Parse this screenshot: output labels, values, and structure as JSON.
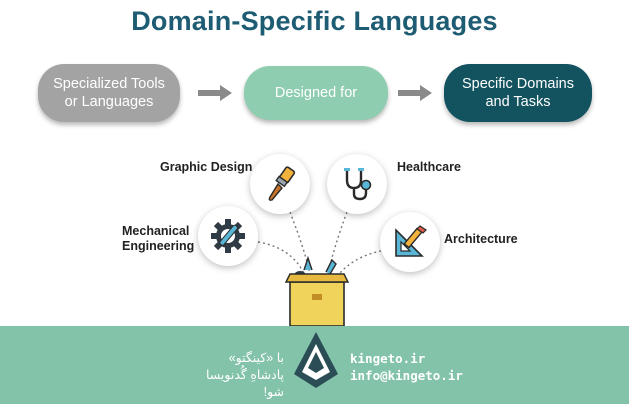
{
  "title": "Domain-Specific Languages",
  "flow": {
    "step1": "Specialized Tools\nor Languages",
    "step2": "Designed for",
    "step3": "Specific Domains\nand Tasks"
  },
  "domains": {
    "graphic_design": "Graphic Design",
    "healthcare": "Healthcare",
    "mechanical": "Mechanical\nEngineering",
    "architecture": "Architecture"
  },
  "footer": {
    "fa_line1": "با «کینگتو»",
    "fa_line2": "پادشاهِ گُدنویسا شو!",
    "site": "kingeto.ir",
    "email": "info@kingeto.ir"
  },
  "colors": {
    "title": "#1d5c72",
    "gray_pill": "#a3a3a3",
    "mint_pill": "#8ecdb0",
    "teal_pill": "#12535f",
    "footer": "#83c3aa",
    "box": "#f0d35a"
  }
}
